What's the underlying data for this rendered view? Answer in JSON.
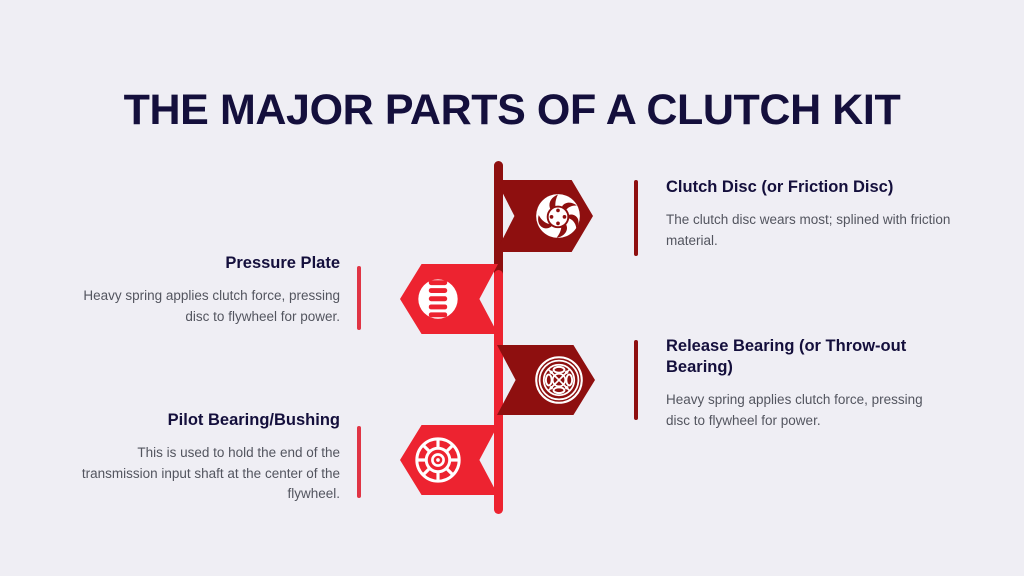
{
  "page": {
    "title": "THE MAJOR PARTS OF A CLUTCH KIT",
    "background_color": "#efeef4",
    "title_color": "#140f3c",
    "accent_dark_red": "#8e0f0f",
    "accent_bright_red": "#ed2330",
    "body_text_color": "#53555f"
  },
  "items": [
    {
      "id": "clutch-disc",
      "heading": "Clutch Disc (or Friction Disc)",
      "body": "The clutch disc wears most; splined with friction material.",
      "side": "right",
      "banner_color": "#8e0f0f",
      "icon": "clutch-disc-icon"
    },
    {
      "id": "pressure-plate",
      "heading": "Pressure Plate",
      "body": "Heavy spring applies clutch force, pressing disc to flywheel for power.",
      "side": "left",
      "banner_color": "#ed2330",
      "icon": "pressure-plate-spring-icon"
    },
    {
      "id": "release-bearing",
      "heading": "Release Bearing (or Throw-out Bearing)",
      "body": "Heavy spring applies clutch force, pressing disc to flywheel for power.",
      "side": "right",
      "banner_color": "#8e0f0f",
      "icon": "release-bearing-icon"
    },
    {
      "id": "pilot-bearing",
      "heading": "Pilot Bearing/Bushing",
      "body": "This is used to hold the end of the transmission input shaft at the center of the flywheel.",
      "side": "left",
      "banner_color": "#ed2330",
      "icon": "pilot-bearing-wheel-icon"
    }
  ]
}
